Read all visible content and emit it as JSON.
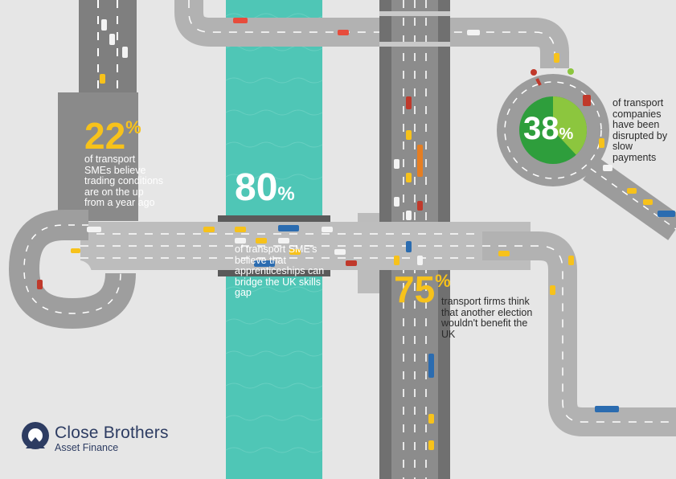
{
  "stats": {
    "s22": {
      "value": "22",
      "unit": "%",
      "text": "of transport SMEs believe trading conditions are on the up from a year ago"
    },
    "s80": {
      "value": "80",
      "unit": "%",
      "text": "of transport SME's believe that apprenticeships can bridge the UK skills gap"
    },
    "s75": {
      "value": "75",
      "unit": "%",
      "text": "transport firms think that another election wouldn't benefit the UK"
    },
    "s38": {
      "value": "38",
      "unit": "%",
      "text": "of transport companies have been disrupted by slow payments",
      "fraction": 0.38
    }
  },
  "brand": {
    "name": "Close Brothers",
    "sub": "Asset Finance"
  },
  "colors": {
    "background": "#e6e6e6",
    "road": "#999999",
    "road_dark": "#7f7f7f",
    "lane": "#ffffff",
    "river": "#4fc6b6",
    "highlight": "#f7c21b",
    "pie_green": "#2e9e3c",
    "pie_lime": "#8cc63e",
    "brand": "#2d3c62"
  }
}
